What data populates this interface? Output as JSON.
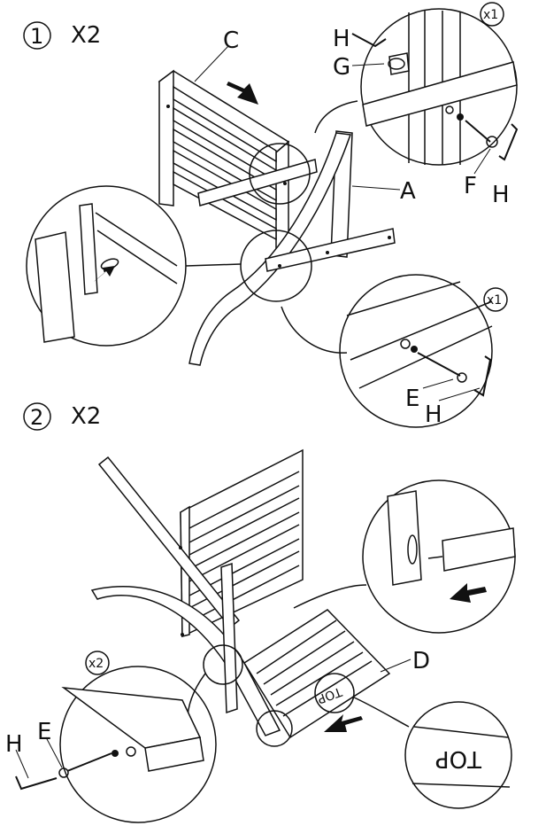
{
  "step1": {
    "number": "1",
    "quantity": "X2",
    "labels": {
      "c": "C",
      "a": "A",
      "h_top": "H",
      "g": "G",
      "f": "F",
      "h_right": "H",
      "e": "E",
      "h_lower": "H"
    },
    "badges": {
      "top_detail": "x1",
      "lower_detail": "x1"
    }
  },
  "step2": {
    "number": "2",
    "quantity": "X2",
    "labels": {
      "d": "D",
      "e": "E",
      "h": "H",
      "top_mark": "TOP",
      "top_mark_zoom": "TOP"
    },
    "badges": {
      "left_detail": "x2"
    }
  }
}
